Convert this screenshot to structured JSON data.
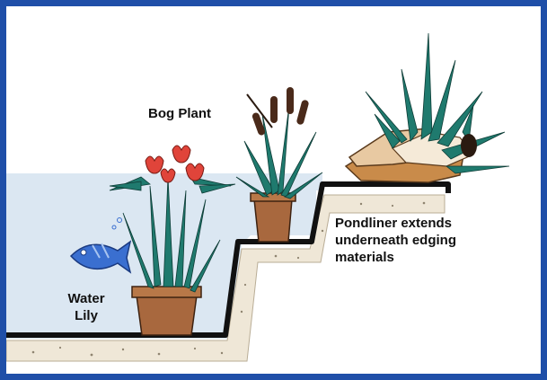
{
  "labels": {
    "bog_plant": "Bog Plant",
    "pondliner": "Pondliner extends\nunderneath edging\nmaterials",
    "water_lily": "Water\nLily"
  },
  "colors": {
    "frame": "#1f4fa8",
    "water": "#dbe7f2",
    "liner": "#111111",
    "sand": "#efe7d7",
    "pot": "#a8683e",
    "leaf": "#1f7a6e",
    "flower": "#e0443a",
    "cattail": "#4a2a1a",
    "fish": "#3a6fd0",
    "rock": "#e8c9a2",
    "rock_dark": "#c98b4a"
  }
}
